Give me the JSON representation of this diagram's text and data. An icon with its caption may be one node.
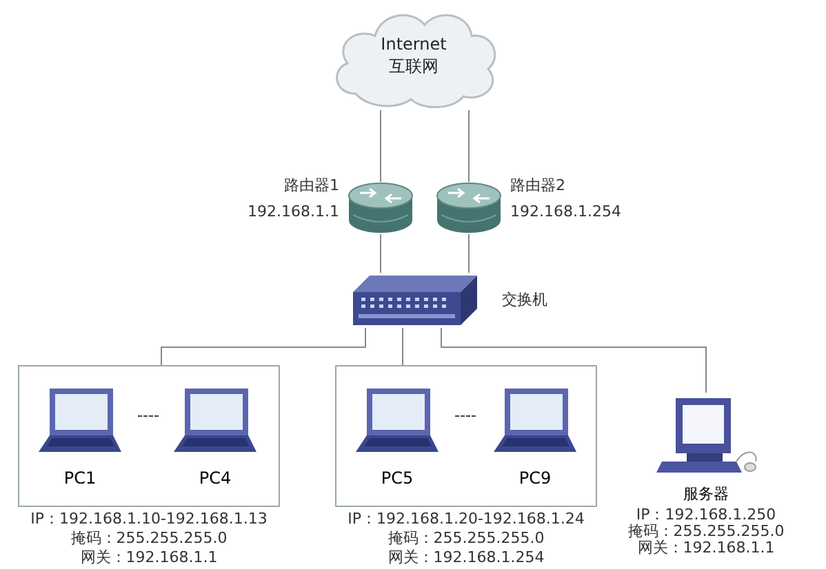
{
  "diagram": {
    "nodes": [
      {
        "text": [
          "Internet",
          "互联网"
        ]
      },
      {
        "text": [],
        "shape": "picture",
        "beside": [
          "路由器1",
          "192.168.1.1"
        ]
      },
      {
        "text": [],
        "shape": "picture",
        "beside": [
          "路由器2",
          "192.168.1.254"
        ]
      },
      {
        "text": [],
        "shape": "picture",
        "beside": [
          "交换机"
        ]
      },
      {
        "text": [],
        "shape": "box",
        "beside": [
          "IP：192.168.1.10-192.168.1.13",
          "掩码：255.255.255.0",
          "网关：192.168.1.1"
        ]
      },
      {
        "text": [
          "PC1"
        ],
        "in": 4
      },
      {
        "text": [
          "PC4"
        ],
        "in": 4
      },
      {
        "text": [],
        "shape": "box",
        "beside": [
          "IP：192.168.1.20-192.168.1.24",
          "掩码：255.255.255.0",
          "网关：192.168.1.254"
        ]
      },
      {
        "text": [
          "PC5"
        ],
        "in": 7
      },
      {
        "text": [
          "PC9"
        ],
        "in": 7
      },
      {
        "text": [
          "服务器"
        ],
        "beside": [
          "IP：192.168.1.250",
          "掩码：255.255.255.0",
          "网关：192.168.1.1"
        ]
      }
    ],
    "edges": [
      {
        "from": 0,
        "to": 1,
        "arrow": "none"
      },
      {
        "from": 0,
        "to": 2,
        "arrow": "none"
      },
      {
        "from": 1,
        "to": 3,
        "arrow": "none"
      },
      {
        "from": 2,
        "to": 3,
        "arrow": "none"
      },
      {
        "from": 3,
        "to": 4,
        "arrow": "none"
      },
      {
        "from": 3,
        "to": 7,
        "arrow": "none"
      },
      {
        "from": 3,
        "to": 10,
        "arrow": "none"
      }
    ]
  }
}
